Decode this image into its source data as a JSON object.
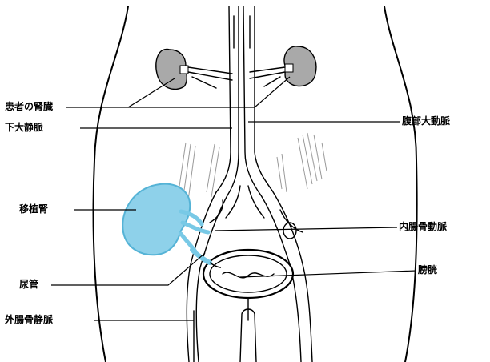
{
  "labels": {
    "patient_kidney": "患者の腎臓",
    "inferior_vena_cava": "下大静脈",
    "abdominal_aorta": "腹部大動脈",
    "transplanted_kidney": "移植腎",
    "internal_iliac_artery": "内腸骨動脈",
    "bladder": "膀胱",
    "ureter": "尿管",
    "external_iliac_vein": "外腸骨静脈"
  },
  "colors": {
    "outline": "#000000",
    "patient_kidney_fill": "#a9a9a9",
    "transplanted_kidney_fill": "#8ed1ea",
    "transplanted_kidney_stroke": "#55b3d6",
    "vessel_blue": "#78c9e6",
    "muscle_hatch": "#9a9a9a"
  }
}
